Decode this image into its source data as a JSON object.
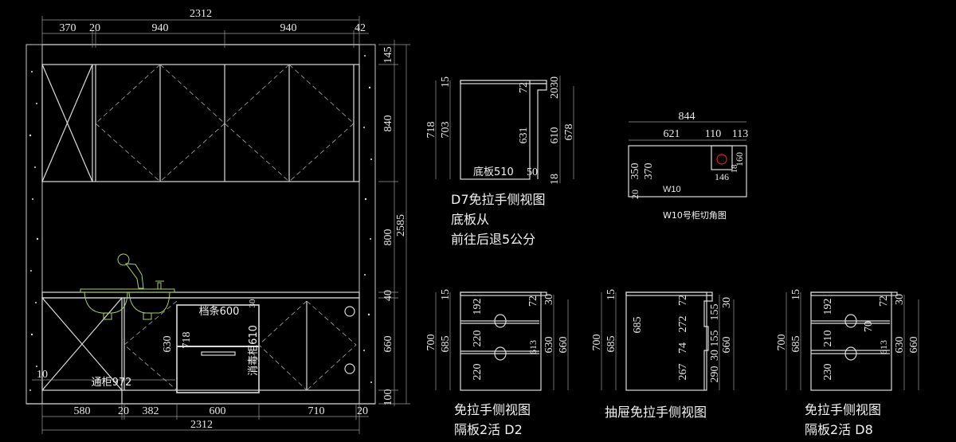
{
  "elevation": {
    "top_total": "2312",
    "top_segments": [
      "370",
      "20",
      "940",
      "940",
      "42"
    ],
    "right_dims": [
      "145",
      "840",
      "800",
      "40",
      "660",
      "100"
    ],
    "right_total": "2585",
    "bottom_segments": [
      "580",
      "20",
      "382",
      "600",
      "710",
      "20"
    ],
    "bottom_total": "2312",
    "labels": {
      "tonggui": "通柜972",
      "offset10": "10",
      "dangtiao": "档条600",
      "xiaodugui": "消毒柜610",
      "h630": "630",
      "h718": "718",
      "h30": "30"
    }
  },
  "d7_view": {
    "dims": [
      "15",
      "718",
      "703",
      "72",
      "631",
      "2030",
      "610",
      "678",
      "18",
      "底板510",
      "50"
    ],
    "caption": [
      "D7免拉手侧视图",
      "底板从",
      "前往后退5公分"
    ]
  },
  "w10_view": {
    "dims": [
      "844",
      "621",
      "110",
      "113",
      "160",
      "18",
      "146",
      "350",
      "370",
      "20"
    ],
    "inner_label": "W10",
    "caption": "W10号柜切角图"
  },
  "d2_view": {
    "dims": [
      "15",
      "700",
      "685",
      "192",
      "220",
      "220",
      "72",
      "613",
      "30",
      "630",
      "660"
    ],
    "caption": [
      "免拉手侧视图",
      "隔板2活  D2"
    ]
  },
  "drawer_view": {
    "dims": [
      "15",
      "700",
      "685",
      "685",
      "72",
      "272",
      "74",
      "267",
      "155",
      "155",
      "30",
      "30",
      "290",
      "660"
    ],
    "caption": "抽屉免拉手侧视图"
  },
  "d8_view": {
    "dims": [
      "15",
      "700",
      "685",
      "192",
      "210",
      "230",
      "72",
      "70",
      "613",
      "30",
      "630",
      "660"
    ],
    "caption": [
      "免拉手侧视图",
      "隔板2活  D8"
    ]
  },
  "colors": {
    "background": "#000000",
    "lines": "#dcdcdc",
    "sink": "#a8d06a",
    "hole": "#e02020"
  }
}
